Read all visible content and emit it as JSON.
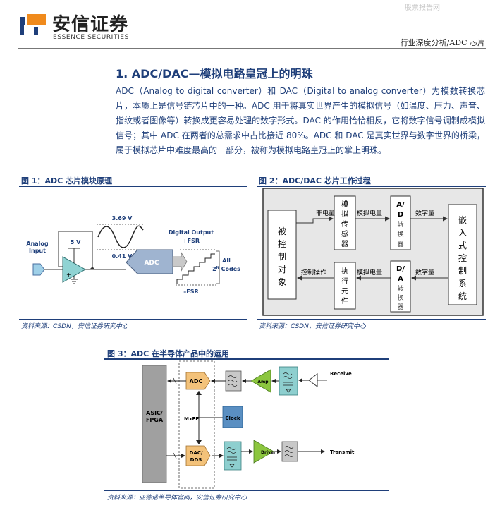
{
  "watermark": "股票报告网",
  "header": {
    "brand_cn": "安信证券",
    "brand_en": "ESSENCE SECURITIES",
    "report_type": "行业深度分析/ADC 芯片"
  },
  "section": {
    "title": "1. ADC/DAC—模拟电路皇冠上的明珠",
    "paragraph": "ADC（Analog to digital converter）和 DAC（Digital to analog converter）为模数转换芯片，本质上是信号链芯片中的一种。ADC 用于将真实世界产生的模拟信号（如温度、压力、声音、指纹或者图像等）转换成更容易处理的数字形式。DAC 的作用恰恰相反，它将数字信号调制成模拟信号；其中 ADC 在两者的总需求中占比接近 80%。ADC 和 DAC 是真实世界与数字世界的桥梁，属于模拟芯片中难度最高的一部分，被称为模拟电路皇冠上的掌上明珠。"
  },
  "figure1": {
    "title": "图 1：ADC 芯片模块原理",
    "source": "资料来源：CSDN，安信证券研究中心",
    "labels": {
      "analog_input_1": "Analog",
      "analog_input_2": "Input",
      "supply": "5 V",
      "v_high": "3.69 V",
      "v_low": "0.41 V",
      "adc": "ADC",
      "digital_output": "Digital Output",
      "plus_fsr": "+FSR",
      "minus_fsr": "–FSR",
      "all": "All",
      "codes_sup": "N",
      "codes_pre": "2",
      "codes_post": " Codes"
    }
  },
  "figure2": {
    "title": "图 2：ADC/DAC 芯片工作过程",
    "source": "资料来源：CSDN，安信证券研究中心",
    "labels": {
      "controlled_obj": [
        "被",
        "控",
        "制",
        "对",
        "象"
      ],
      "sensor": [
        "模",
        "拟",
        "传",
        "感",
        "器"
      ],
      "ad": [
        "A/",
        "D",
        "转",
        "换",
        "器"
      ],
      "embedded": [
        "嵌",
        "入",
        "式",
        "控",
        "制",
        "系",
        "统"
      ],
      "actuator": [
        "执",
        "行",
        "元",
        "件"
      ],
      "da": [
        "D/",
        "A",
        "转",
        "换",
        "器"
      ],
      "non_electric": "非电量",
      "analog_qty_top": "模拟电量",
      "digital_qty_top": "数字量",
      "digital_qty_bottom": "数字量",
      "analog_qty_bottom": "模拟电量",
      "control_op": "控制操作"
    }
  },
  "figure3": {
    "title": "图 3：ADC 在半导体产品中的运用",
    "source": "资料来源：亚德诺半导体官网，安信证券研究中心",
    "labels": {
      "asic_1": "ASIC/",
      "asic_2": "FPGA",
      "mxfe": "MxFE",
      "adc": "ADC",
      "dac_1": "DAC/",
      "dac_2": "DDS",
      "clock": "Clock",
      "amp": "Amp",
      "driver": "Driver",
      "receive": "Receive",
      "transmit": "Transmit"
    }
  },
  "colors": {
    "brand_blue": "#1f3f7a",
    "adc_gold": "#f3c27a",
    "amp_green": "#8cc63f",
    "teal_block": "#8ecfcf",
    "clock_blue": "#5a8fc2",
    "asic_gray": "#a0a0a0",
    "opamp_teal": "#8fd3d3",
    "adc_fig1": "#9fb4d0"
  }
}
